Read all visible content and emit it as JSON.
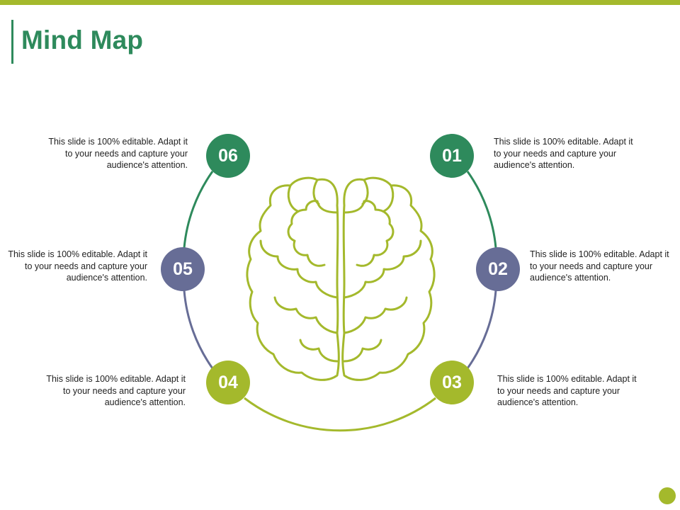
{
  "slide": {
    "title": "Mind Map"
  },
  "diagram": {
    "icon": "brain-icon",
    "colors": {
      "accent_green": "#a4b92c",
      "dark_green": "#2e8a5c",
      "slate": "#676d96",
      "lime": "#a4b92c"
    },
    "items": [
      {
        "number": "01",
        "text": "This slide is 100% editable. Adapt it to your needs and capture your audience's attention.",
        "color": "#2e8a5c"
      },
      {
        "number": "02",
        "text": "This slide is 100% editable. Adapt it to your needs and capture your audience's attention.",
        "color": "#676d96"
      },
      {
        "number": "03",
        "text": "This slide is 100% editable. Adapt it to your needs and capture your audience's attention.",
        "color": "#a4b92c"
      },
      {
        "number": "04",
        "text": "This slide is 100% editable. Adapt it to your needs and capture your audience's attention.",
        "color": "#a4b92c"
      },
      {
        "number": "05",
        "text": "This slide is 100% editable. Adapt it to your needs and capture your audience's attention.",
        "color": "#676d96"
      },
      {
        "number": "06",
        "text": "This slide is 100% editable. Adapt it to your needs and capture your audience's attention.",
        "color": "#2e8a5c"
      }
    ]
  }
}
